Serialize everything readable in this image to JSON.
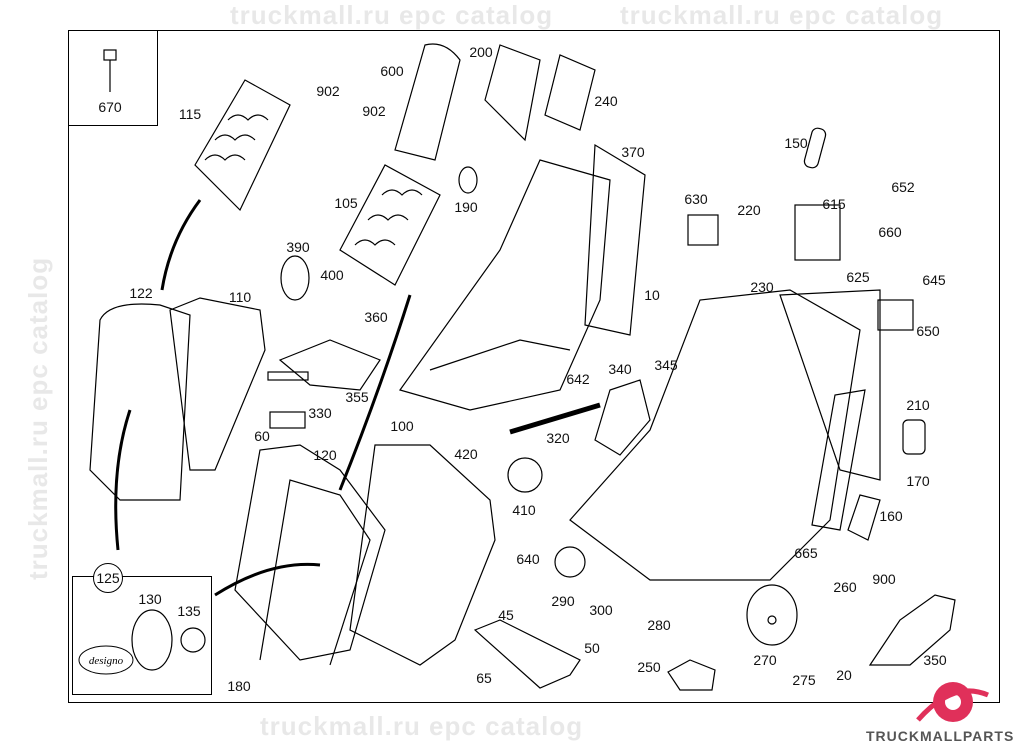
{
  "diagram": {
    "callouts": [
      "670",
      "902",
      "115",
      "600",
      "200",
      "240",
      "902",
      "370",
      "150",
      "652",
      "190",
      "105",
      "630",
      "220",
      "615",
      "660",
      "390",
      "400",
      "625",
      "645",
      "122",
      "110",
      "230",
      "10",
      "360",
      "650",
      "340",
      "345",
      "642",
      "355",
      "330",
      "210",
      "100",
      "60",
      "320",
      "120",
      "420",
      "170",
      "410",
      "160",
      "125",
      "130",
      "135",
      "640",
      "665",
      "260",
      "900",
      "290",
      "300",
      "45",
      "280",
      "50",
      "270",
      "250",
      "275",
      "20",
      "350",
      "65",
      "180"
    ],
    "badge_text": "designo",
    "watermark": "truckmall.ru epc catalog",
    "logo_text": "TRUCKMALLPARTS",
    "colors": {
      "line": "#000000",
      "watermark": "#bbbbbb",
      "logo": "#e0305a"
    }
  }
}
